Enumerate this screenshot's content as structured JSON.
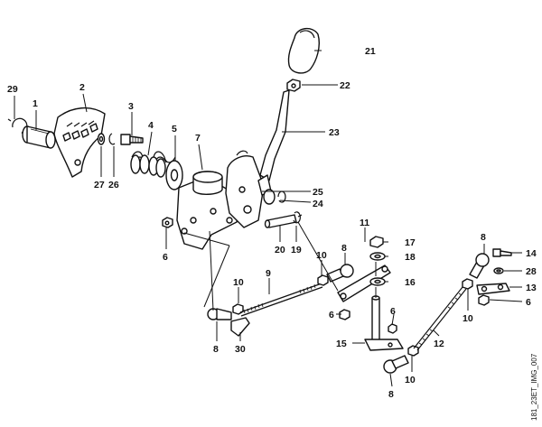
{
  "figure": {
    "reference_code": "181_23ET_IMG_007",
    "callouts": {
      "c1": "1",
      "c2": "2",
      "c3": "3",
      "c4": "4",
      "c5": "5",
      "c6a": "6",
      "c6b": "6",
      "c6c": "6",
      "c6d": "6",
      "c7": "7",
      "c8a": "8",
      "c8b": "8",
      "c8c": "8",
      "c8d": "8",
      "c9": "9",
      "c10a": "10",
      "c10b": "10",
      "c10c": "10",
      "c10d": "10",
      "c11": "11",
      "c12": "12",
      "c13": "13",
      "c14": "14",
      "c15": "15",
      "c16": "16",
      "c17": "17",
      "c18": "18",
      "c19": "19",
      "c20": "20",
      "c21": "21",
      "c22": "22",
      "c23": "23",
      "c24": "24",
      "c25": "25",
      "c26": "26",
      "c27": "27",
      "c28": "28",
      "c29": "29",
      "c30": "30"
    }
  }
}
